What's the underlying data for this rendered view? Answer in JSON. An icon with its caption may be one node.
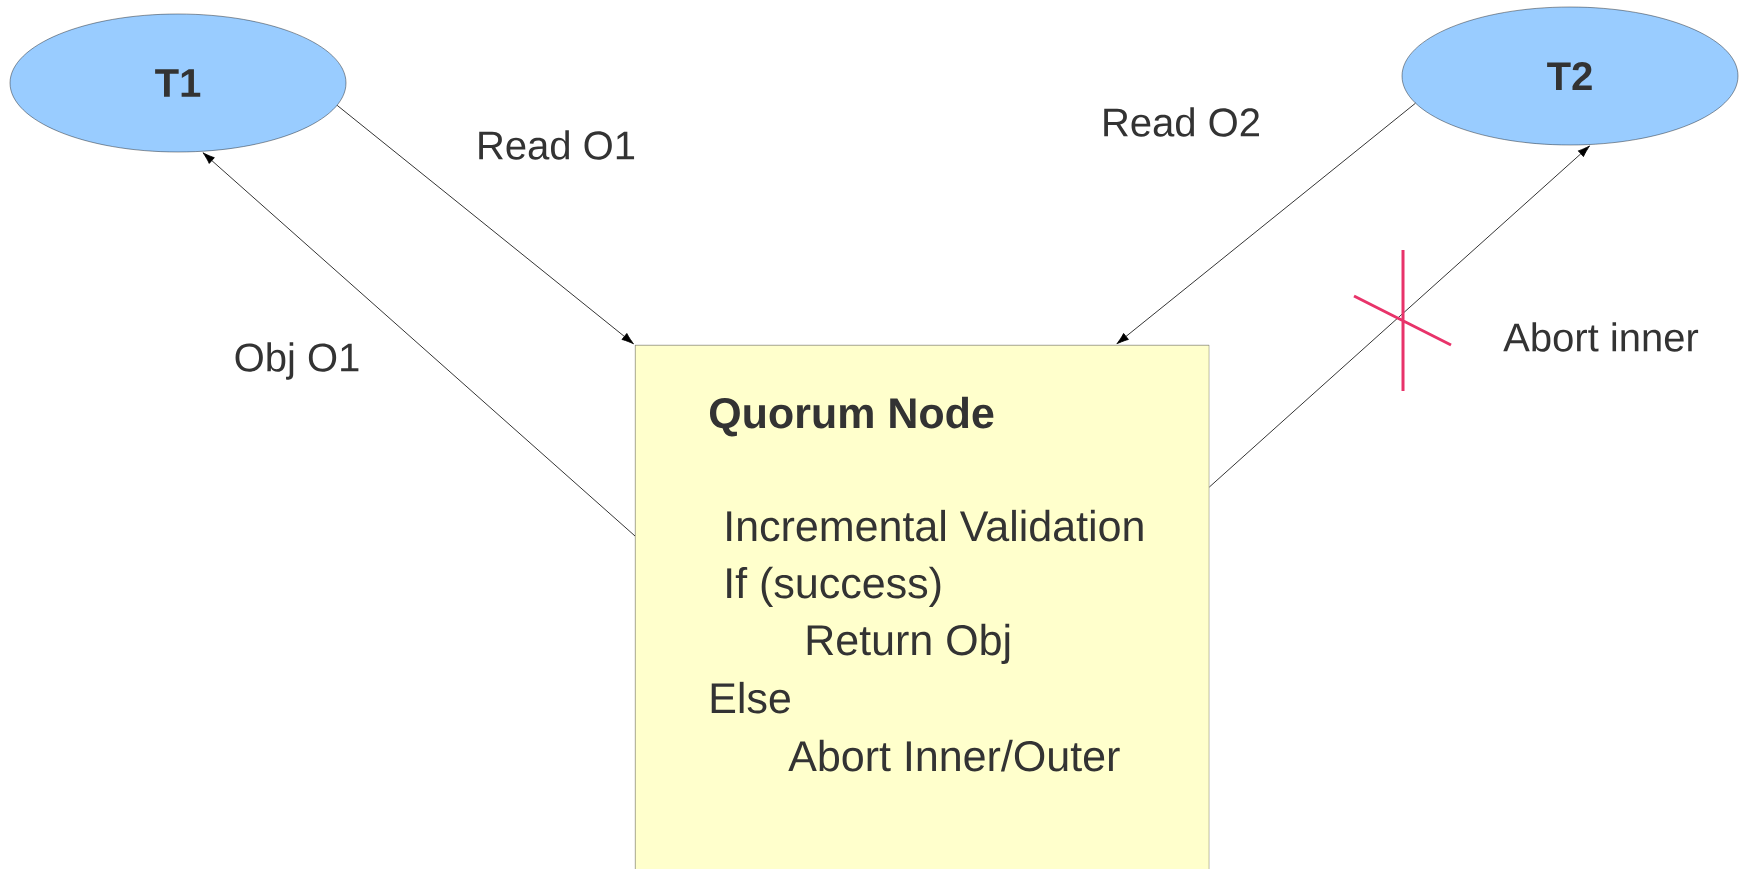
{
  "diagram": {
    "nodes": [
      {
        "text": [
          "T1"
        ]
      },
      {
        "text": [
          "T2"
        ]
      },
      {
        "text": [
          "Quorum Node",
          "Incremental Validation",
          "If (success)",
          "Return Obj",
          "Else",
          "Abort Inner/Outer"
        ]
      }
    ],
    "edges": [
      {
        "from": 0,
        "to": 2,
        "arrow": "to",
        "label": "Read O1"
      },
      {
        "from": 2,
        "to": 0,
        "arrow": "to",
        "label": "Obj O1"
      },
      {
        "from": 1,
        "to": 2,
        "arrow": "to",
        "label": "Read O2"
      },
      {
        "from": 2,
        "to": 1,
        "arrow": "to",
        "label": "Abort inner"
      }
    ]
  }
}
